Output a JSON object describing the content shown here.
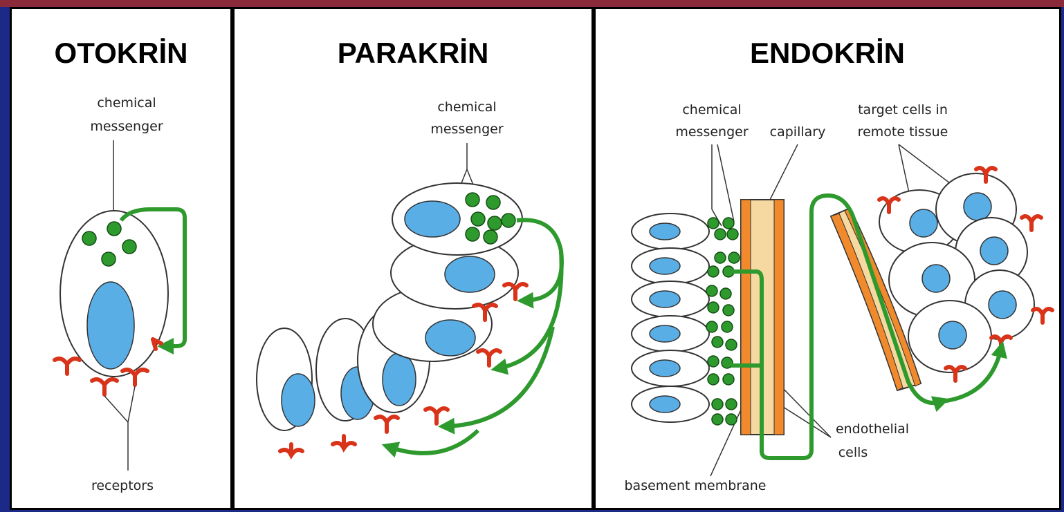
{
  "panels": {
    "autocrine": {
      "title": "OTOKRİN",
      "label_messenger_1": "chemical",
      "label_messenger_2": "messenger",
      "label_receptors": "receptors"
    },
    "paracrine": {
      "title": "PARAKRİN",
      "label_messenger_1": "chemical",
      "label_messenger_2": "messenger"
    },
    "endocrine": {
      "title": "ENDOKRİN",
      "label_messenger_1": "chemical",
      "label_messenger_2": "messenger",
      "label_capillary": "capillary",
      "label_target_1": "target cells in",
      "label_target_2": "remote tissue",
      "label_endothelial_1": "endothelial",
      "label_endothelial_2": "cells",
      "label_basement": "basement membrane"
    }
  },
  "colors": {
    "background": "#1b2a86",
    "nucleus": "#5aaee6",
    "messenger": "#2e9a2e",
    "signal_arrow": "#2e9a2e",
    "receptor": "#d9341a",
    "capillary": "#f6d9a0",
    "endothelium": "#f08a2c"
  }
}
